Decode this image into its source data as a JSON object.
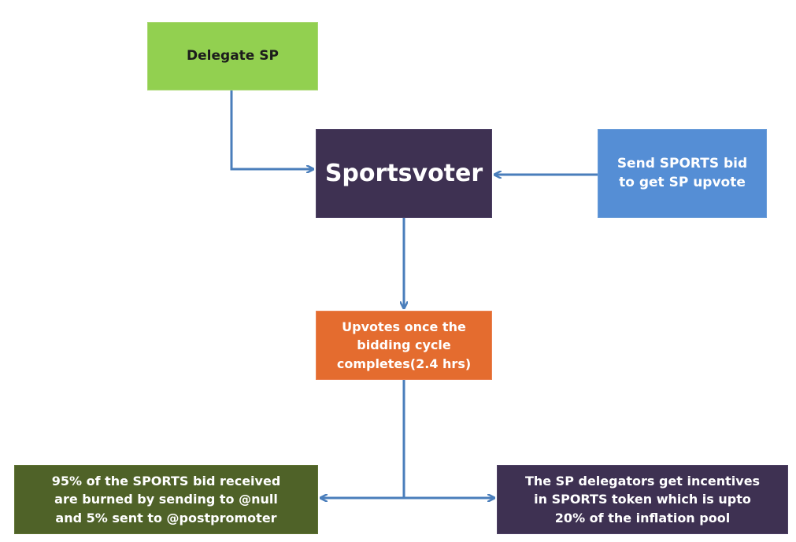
{
  "nodes": {
    "delegate": {
      "label": "Delegate SP",
      "color": "#92d050"
    },
    "sportsvoter": {
      "label": "Sportsvoter",
      "color": "#3e3152"
    },
    "send_bid": {
      "lines": [
        "Send SPORTS bid",
        "to get SP upvote"
      ],
      "color": "#558ed5"
    },
    "upvotes": {
      "lines": [
        "Upvotes once the",
        "bidding cycle",
        "completes(2.4 hrs)"
      ],
      "color": "#e46c2f"
    },
    "burn": {
      "lines": [
        "95% of the SPORTS bid received",
        "are burned by sending to @null",
        "and 5% sent to @postpromoter"
      ],
      "color": "#4f6228"
    },
    "incentives": {
      "lines": [
        "The SP delegators get incentives",
        "in SPORTS token which is upto",
        "20% of the inflation pool"
      ],
      "color": "#3e3152"
    }
  },
  "connector_color": "#4a7ebb"
}
